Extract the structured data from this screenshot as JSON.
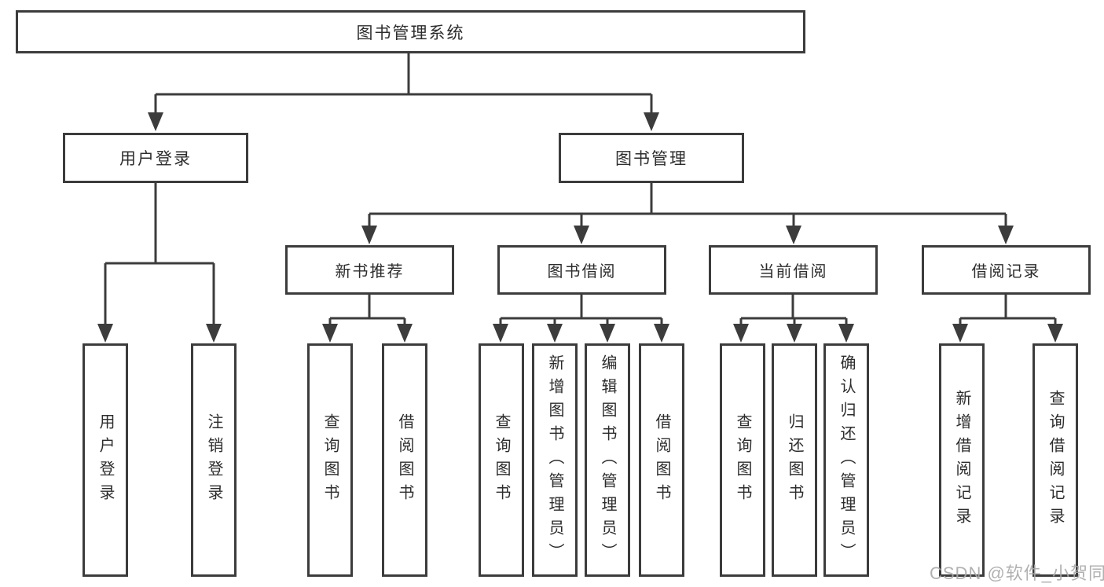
{
  "diagram": {
    "root": {
      "label": "图书管理系统"
    },
    "level2": [
      {
        "label": "用户登录"
      },
      {
        "label": "图书管理"
      }
    ],
    "level3": [
      {
        "label": "新书推荐"
      },
      {
        "label": "图书借阅"
      },
      {
        "label": "当前借阅"
      },
      {
        "label": "借阅记录"
      }
    ],
    "leaves": [
      {
        "label": "用户登录"
      },
      {
        "label": "注销登录"
      },
      {
        "label": "查询图书"
      },
      {
        "label": "借阅图书"
      },
      {
        "label": "查询图书"
      },
      {
        "label": "新增图书（管理员）"
      },
      {
        "label": "编辑图书（管理员）"
      },
      {
        "label": "借阅图书"
      },
      {
        "label": "查询图书"
      },
      {
        "label": "归还图书"
      },
      {
        "label": "确认归还（管理员）"
      },
      {
        "label": "新增借阅记录"
      },
      {
        "label": "查询借阅记录"
      }
    ]
  },
  "watermark": {
    "text": "CSDN @软件_小贺同学"
  },
  "colors": {
    "line": "#3c3c3c",
    "box_border": "#3c3c3c",
    "text": "#2d2d2d",
    "watermark": "#a8a8a8",
    "background": "#ffffff"
  }
}
